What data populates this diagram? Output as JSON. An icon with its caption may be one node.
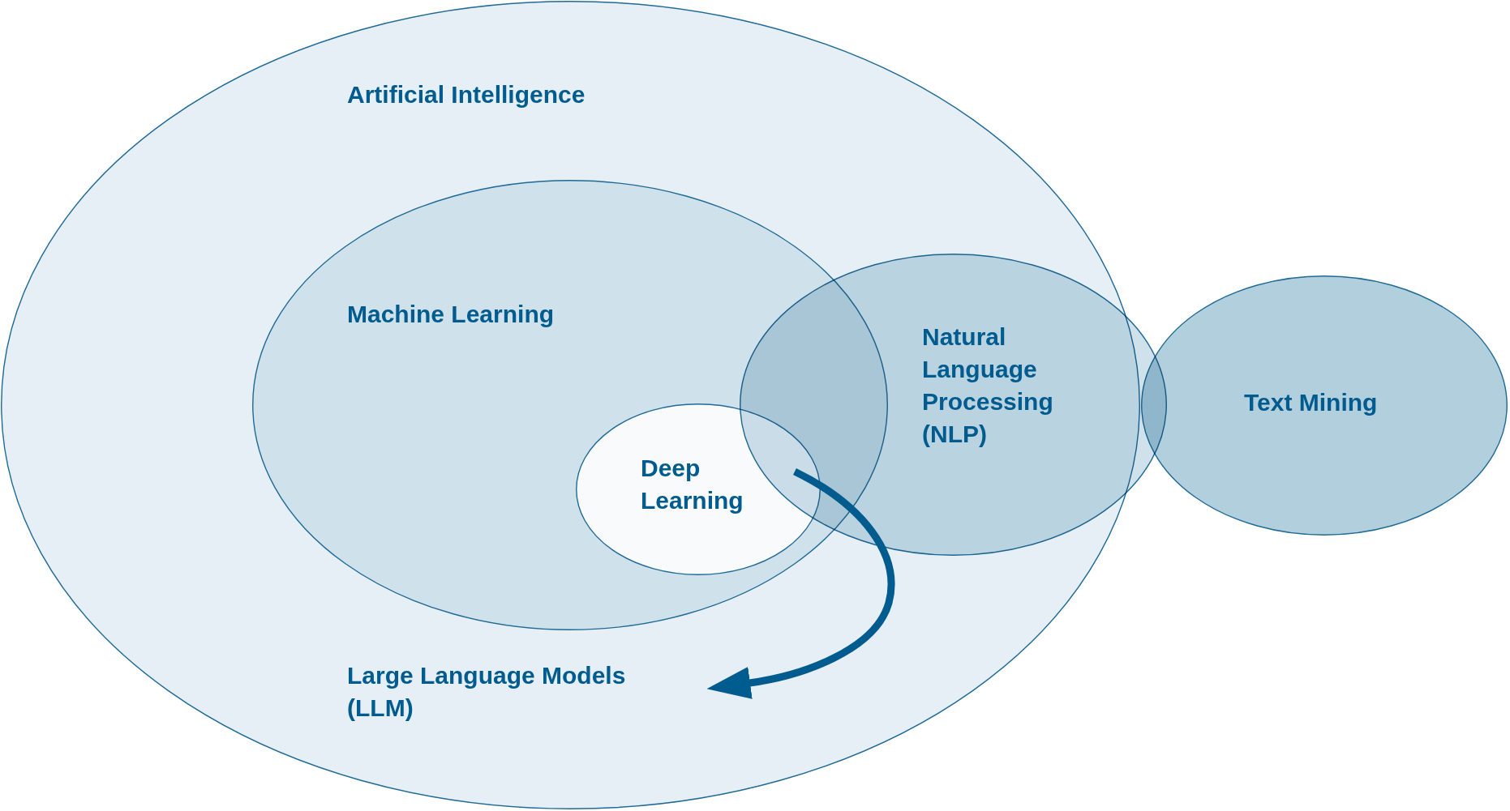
{
  "diagram": {
    "nodes": [
      {
        "text": [
          "Artificial Intelligence"
        ]
      },
      {
        "text": [
          "Machine Learning"
        ],
        "in": 0
      },
      {
        "text": [
          "Natural Language Processing (NLP)"
        ]
      },
      {
        "text": [
          "Text Mining"
        ]
      },
      {
        "text": [
          "Deep Learning"
        ],
        "in": 1
      },
      {
        "text": [
          "Large Language Models (LLM)"
        ],
        "in": 0
      }
    ],
    "edges": [
      {
        "from": 4,
        "to": 5,
        "arrow": "to"
      },
      {
        "from": 2,
        "to": 5,
        "arrow": "to"
      }
    ]
  }
}
